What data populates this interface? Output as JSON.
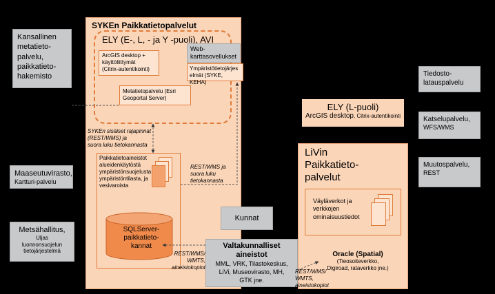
{
  "left": {
    "metadata": "Kansallinen\nmetatieto-\npalvelu,\npaikkatieto-\nhakemisto",
    "maaseutu_title": "Maaseutuvirasto,",
    "maaseutu_sub": "Kartturi-palvelu",
    "metsa_title": "Metsähallitus,",
    "metsa_sub": "Uljas\nluonnonsuojelun\ntietojärjestelmä"
  },
  "syke": {
    "title": "SYKEn Paikkatietopalvelut",
    "ely_title": "ELY (E-, L, - ja Y -puoli), AVI",
    "arcgis": "ArcGIS desktop +\nkäyttöliittymät\n(Citrix-autentikointi)",
    "web_title": "Web-\nkarttasovellukset",
    "ymparisto": "Ympäristötietojärjes\nelmät (SYKE, KEHA)",
    "metatieto": "Metatietopalvelu (Esri\nGeoportal Server)",
    "interfaces": "SYKEn sisäiset rajapinnat\n(REST/WMS) ja\nsuora luku tietokannasta",
    "aineistot": "Paikkatietoaineistot\nalueidenkäytöstä\nympäristönsuojelusta\nympäristöntilasta, ja\nvesivaroista",
    "db": "SQLServer-\npaikkatieto-\nkannat",
    "rest_right": "REST/WMS ja\nsuora luku\ntietokannasta",
    "rest_bottom": "REST/WMS/\nWMTS,\naineistokopiot"
  },
  "center": {
    "kunnat": "Kunnat",
    "valta_title": "Valtakunnalliset\naineistot",
    "valta_sub": "MML, VRK, Tilastokeskus,\nLiVi, Museovirasto, MH,\nGTK jne."
  },
  "ely_l": {
    "title": "ELY (L-puoli)",
    "sub_main": "ArcGIS desktop",
    "sub_small": ", Citrix-autentikointi"
  },
  "livi": {
    "title": "LiVin\nPaikkatieto-\npalvelut",
    "vaylat": "Väyläverkot ja\nverkkojen\nominaisuustiedot",
    "oracle_title": "Oracle (Spatial)",
    "oracle_sub": "(Tieosoiteverkko,\nDigiroad, rataverkko jne.)",
    "rest_bottom": "REST/WMS/\nWMTS,\naineistokopiot"
  },
  "right": {
    "tiedosto": "Tiedosto-\nlatauspalvelu",
    "katselu_title": "Katselupalvelu,",
    "katselu_sub": "WFS/WMS",
    "muutos_title": "Muutospalvelu,",
    "muutos_sub": "REST"
  },
  "colors": {
    "background": "#000000",
    "grey_box": "#c8c9cb",
    "peach": "#fbd5b8",
    "orange": "#e07b39",
    "db_fill": "#f08a4b"
  }
}
